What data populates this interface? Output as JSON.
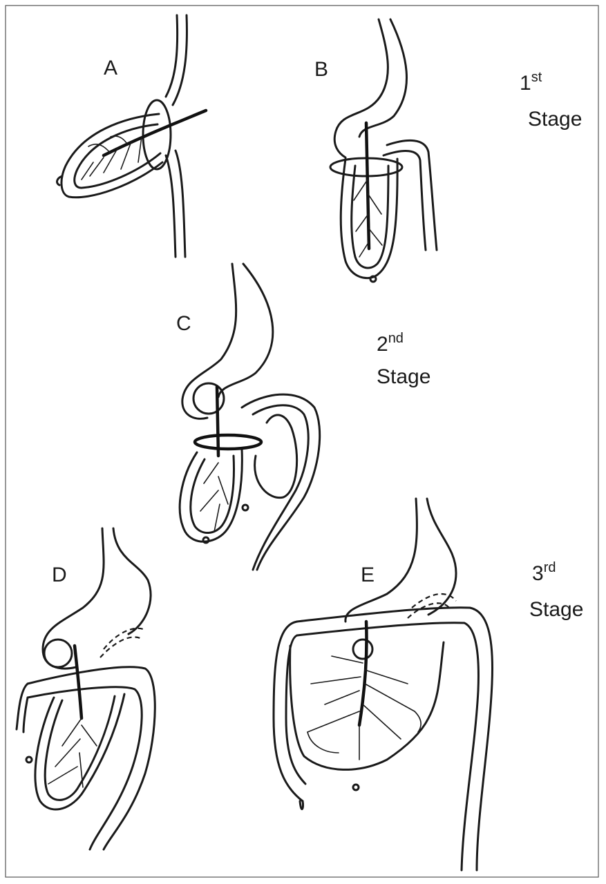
{
  "panels": {
    "a": "A",
    "b": "B",
    "c": "C",
    "d": "D",
    "e": "E"
  },
  "stages": {
    "first": {
      "num": "1",
      "sup": "st",
      "word": "Stage"
    },
    "second": {
      "num": "2",
      "sup": "nd",
      "word": "Stage"
    },
    "third": {
      "num": "3",
      "sup": "rd",
      "word": "Stage"
    }
  }
}
